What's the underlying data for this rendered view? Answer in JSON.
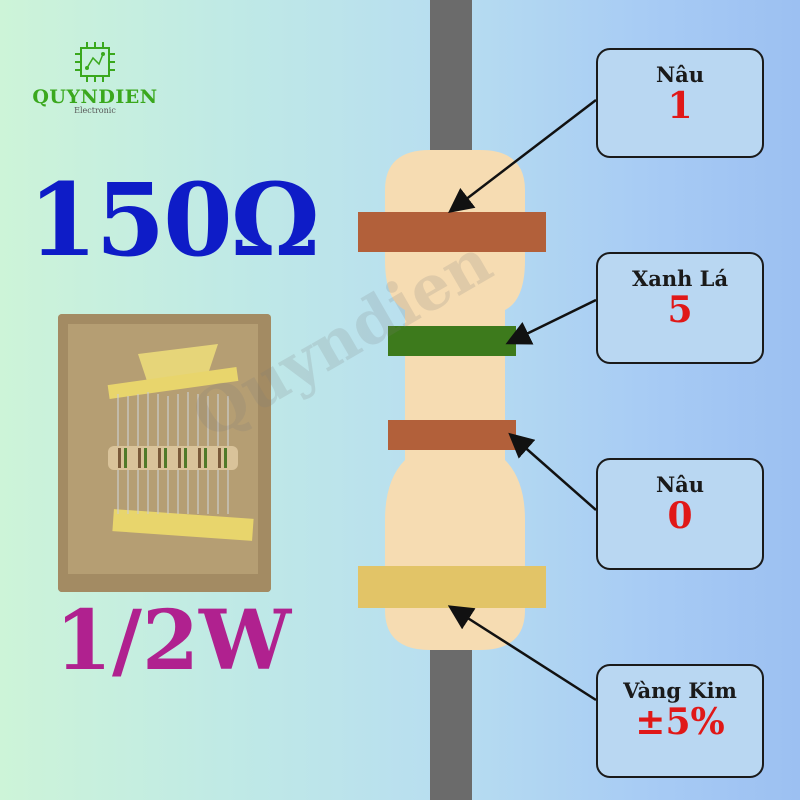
{
  "logo": {
    "brand": "QUYNDIEN",
    "subtitle": "Electronic",
    "icon": "chip-icon"
  },
  "product": {
    "resistance": "150Ω",
    "power": "1/2W"
  },
  "watermark": "Quyndien",
  "bands": [
    {
      "name": "Nâu",
      "value": "1",
      "color": "#b2603a"
    },
    {
      "name": "Xanh Lá",
      "value": "5",
      "color": "#3d7a1c"
    },
    {
      "name": "Nâu",
      "value": "0",
      "color": "#b2603a"
    },
    {
      "name": "Vàng Kim",
      "value": "±5%",
      "color": "#e2c467"
    }
  ],
  "colors": {
    "resistance_text": "#0e1cc7",
    "power_text": "#b0218f",
    "label_value": "#e01818",
    "body": "#f6dcb2",
    "lead": "#6b6b6b"
  }
}
